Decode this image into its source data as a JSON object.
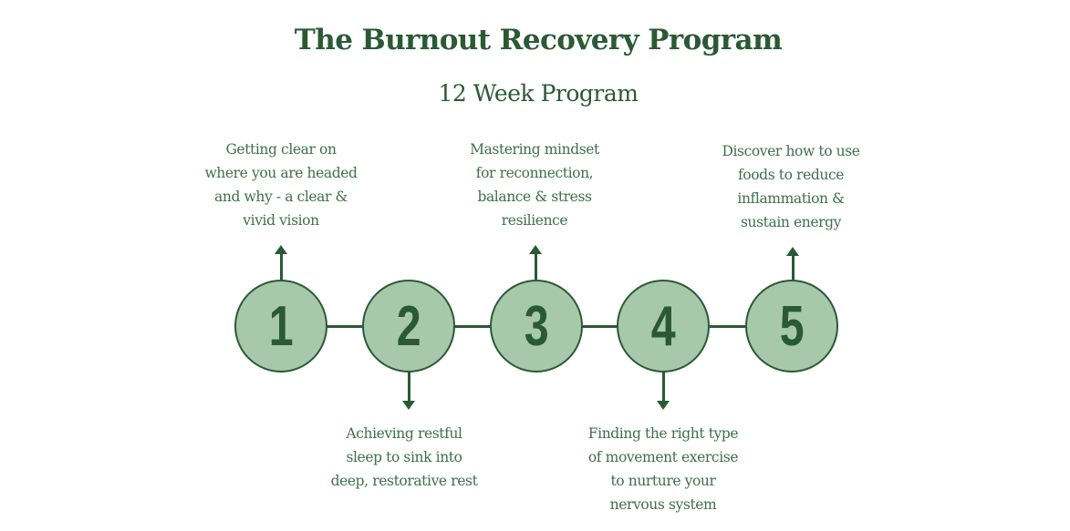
{
  "header": {
    "title": "The Burnout Recovery Program",
    "subtitle": "12 Week Program"
  },
  "colors": {
    "primary": "#2a5a34",
    "circle_fill": "#a7c8ab",
    "text": "#3d7049",
    "background": "#ffffff"
  },
  "steps": [
    {
      "number": "1",
      "arrow": "up",
      "lines": [
        "Getting clear on",
        "where you are headed",
        "and why - a clear &",
        "vivid vision"
      ]
    },
    {
      "number": "2",
      "arrow": "down",
      "lines": [
        "Achieving restful",
        "sleep to sink into",
        "deep, restorative rest"
      ]
    },
    {
      "number": "3",
      "arrow": "up",
      "lines": [
        "Mastering mindset",
        "for reconnection,",
        "balance & stress",
        "resilience"
      ]
    },
    {
      "number": "4",
      "arrow": "down",
      "lines": [
        "Finding the right type",
        "of movement exercise",
        "to nurture your",
        "nervous system"
      ]
    },
    {
      "number": "5",
      "arrow": "up",
      "lines": [
        "Discover how to use",
        "foods to reduce",
        "inflammation &",
        "sustain energy"
      ]
    }
  ]
}
